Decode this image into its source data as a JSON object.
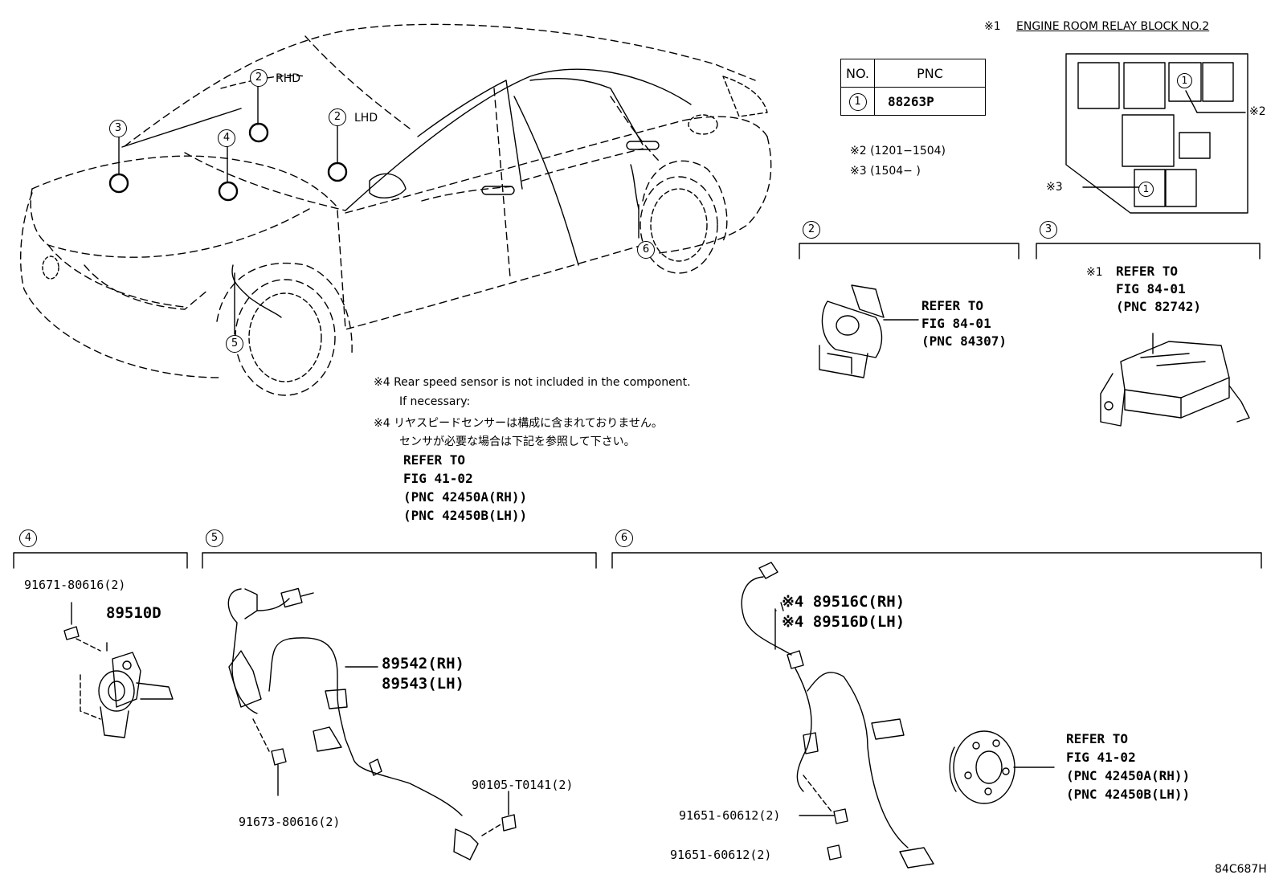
{
  "relay_block": {
    "marker": "※1",
    "title": "ENGINE ROOM RELAY BLOCK NO.2",
    "marker2": "※2",
    "marker3": "※3",
    "slot_label_a": "1",
    "slot_label_b": "1"
  },
  "pnc_table": {
    "col_no": "NO.",
    "col_pnc": "PNC",
    "row_no": "1",
    "row_pnc": "88263P"
  },
  "notes": {
    "note2": "※2 (1201−1504)",
    "note3": "※3 (1504−        )"
  },
  "car_callouts": {
    "c2_rhd_num": "2",
    "c2_rhd_label": "RHD",
    "c2_lhd_num": "2",
    "c2_lhd_label": "LHD",
    "c3": "3",
    "c4": "4",
    "c5": "5",
    "c6": "6"
  },
  "sections": {
    "s2": "2",
    "s3": "3",
    "s4": "4",
    "s5": "5",
    "s6": "6"
  },
  "refer_84307": {
    "l1": "REFER TO",
    "l2": "FIG 84-01",
    "l3": "(PNC 84307)"
  },
  "refer_82742": {
    "marker": "※1",
    "l1": "REFER TO",
    "l2": "FIG 84-01",
    "l3": "(PNC 82742)"
  },
  "note4_en": {
    "l1": "※4 Rear speed sensor is not included in the component.",
    "l2": "If necessary:"
  },
  "note4_jp": {
    "l1": "※4 リヤスピードセンサーは構成に含まれておりません。",
    "l2": "センサが必要な場合は下記を参照して下さい。"
  },
  "refer_42450_mid": {
    "l1": "REFER TO",
    "l2": "FIG 41-02",
    "l3": "(PNC 42450A(RH))",
    "l4": "(PNC 42450B(LH))"
  },
  "refer_42450_right": {
    "l1": "REFER TO",
    "l2": "FIG 41-02",
    "l3": "(PNC 42450A(RH))",
    "l4": "(PNC 42450B(LH))"
  },
  "parts4": {
    "bolt": "91671-80616(2)",
    "sensor": "89510D"
  },
  "parts5": {
    "rh": "89542(RH)",
    "lh": "89543(LH)",
    "bolt_a": "91673-80616(2)",
    "bolt_b": "90105-T0141(2)"
  },
  "parts6": {
    "rh": "※4 89516C(RH)",
    "lh": "※4 89516D(LH)",
    "bolt_a": "91651-60612(2)",
    "bolt_b": "91651-60612(2)"
  },
  "figure_id": "84C687H"
}
